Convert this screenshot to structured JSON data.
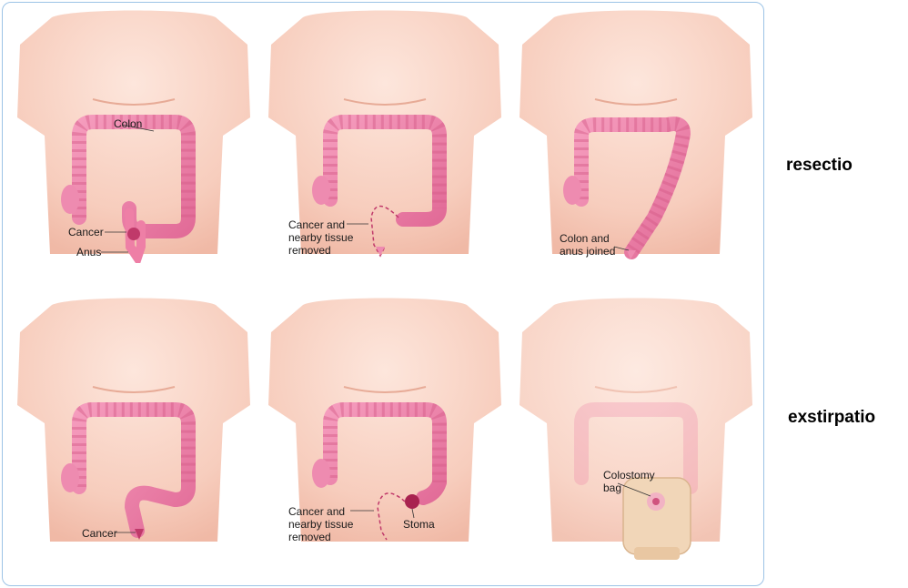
{
  "row_labels": {
    "top": "resectio",
    "bottom": "exstirpatio"
  },
  "panels": {
    "p1": {
      "colon": "Colon",
      "cancer": "Cancer",
      "anus": "Anus"
    },
    "p2": {
      "removed_line1": "Cancer and",
      "removed_line2": "nearby tissue",
      "removed_line3": "removed"
    },
    "p3": {
      "joined_line1": "Colon and",
      "joined_line2": "anus joined"
    },
    "p4": {
      "cancer": "Cancer"
    },
    "p5": {
      "removed_line1": "Cancer and",
      "removed_line2": "nearby tissue",
      "removed_line3": "removed",
      "stoma": "Stoma"
    },
    "p6": {
      "bag_line1": "Colostomy",
      "bag_line2": "bag"
    }
  },
  "colors": {
    "skin": "#f9d4c6",
    "skin_shadow": "#efb9a6",
    "colon": "#ee7fa6",
    "colon_dark": "#c94f7d",
    "bag": "#f1d6b8",
    "cancer": "#c0396a"
  }
}
